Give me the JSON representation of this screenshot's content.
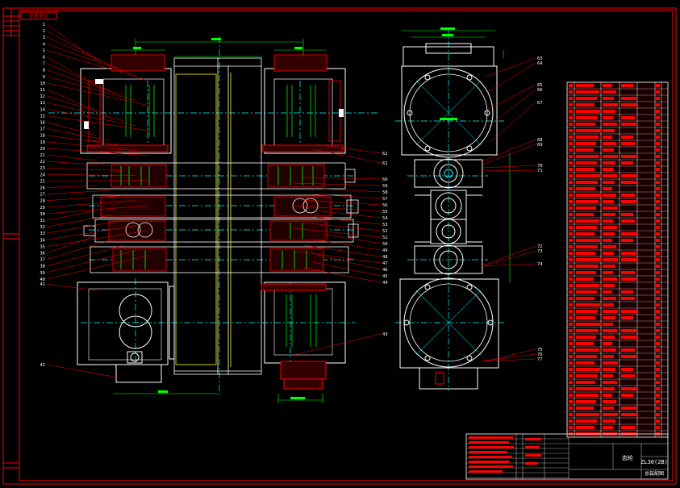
{
  "drawing": {
    "title_code": "ZL30(2B)",
    "title_label": "总装配图",
    "sheet_tag": "参考图号",
    "name_cell": "齿轮",
    "colors": {
      "background": "#000000",
      "frame": "#ff0000",
      "part": "#ffffff",
      "center_line": "#00ffff",
      "dimension": "#00ff00",
      "hatch": "#ff0000",
      "leader": "#ff0000",
      "accent_yellow": "#ffff00",
      "accent_blue": "#0000ff"
    }
  },
  "left_balloons": [
    "1",
    "2",
    "3",
    "4",
    "5",
    "6",
    "7",
    "8",
    "9",
    "10",
    "11",
    "12",
    "13",
    "14",
    "15",
    "16",
    "17",
    "18",
    "19",
    "20",
    "21",
    "22",
    "23",
    "24",
    "25",
    "26",
    "27",
    "28",
    "29",
    "30",
    "31",
    "32",
    "33",
    "34",
    "35",
    "36",
    "37",
    "38",
    "39",
    "40"
  ],
  "left_bottom_balloons": [
    "41",
    "42"
  ],
  "right_balloons": [
    "62",
    "61",
    "60",
    "59",
    "58",
    "57",
    "56",
    "55",
    "54",
    "53",
    "52",
    "51",
    "50",
    "49",
    "48",
    "47",
    "46",
    "45",
    "44",
    "43"
  ],
  "side_balloons_upper": [
    "63",
    "64",
    "65",
    "66",
    "67"
  ],
  "side_balloons_mid": [
    "68",
    "69",
    "70",
    "71"
  ],
  "side_balloons_lower": [
    "72",
    "73",
    "74",
    "75",
    "76",
    "77"
  ]
}
